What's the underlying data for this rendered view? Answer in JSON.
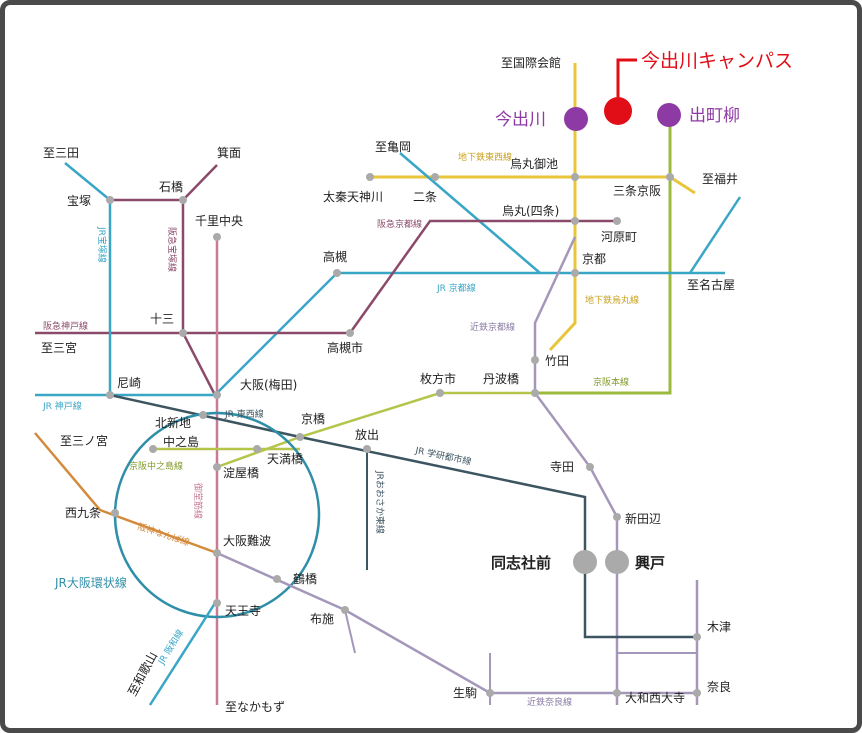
{
  "campus": {
    "title": "今出川キャンパス",
    "imadegawa": "今出川",
    "demachiyanagi": "出町柳"
  },
  "stations": {
    "kokusai_kaikan": "至国際会館",
    "shi_kameoka": "至亀岡",
    "karasuma_oike": "烏丸御池",
    "uzumasa": "太秦天神川",
    "nijo": "二条",
    "sanjo_keihan": "三条京阪",
    "shi_fukui": "至福井",
    "karasuma_shijo": "烏丸(四条)",
    "kawaramachi": "河原町",
    "kyoto": "京都",
    "shi_nagoya": "至名古屋",
    "shi_sanda": "至三田",
    "minoh": "箕面",
    "ishibashi": "石橋",
    "takarazuka": "宝塚",
    "senri_chuo": "千里中央",
    "takatsuki": "高槻",
    "juso": "十三",
    "takatsukishi": "高槻市",
    "shi_sannomiya": "至三宮",
    "takeda": "竹田",
    "amagasaki": "尼崎",
    "osaka_umeda": "大阪(梅田)",
    "hirakatashi": "枚方市",
    "tambabashi": "丹波橋",
    "kitashinchi": "北新地",
    "kyobashi": "京橋",
    "nakanoshima": "中之島",
    "hanaten": "放出",
    "tenmabashi": "天満橋",
    "yodoyabashi": "淀屋橋",
    "terada": "寺田",
    "shi_sannomiya2": "至三ノ宮",
    "nishikujo": "西九条",
    "shintanabe": "新田辺",
    "osaka_namba": "大阪難波",
    "doshishamae": "同志社前",
    "kodo": "興戸",
    "tsuruhashi": "鶴橋",
    "tennoji": "天王寺",
    "fuse": "布施",
    "kizu": "木津",
    "shi_wakayama": "至和歌山",
    "ikoma": "生駒",
    "nara": "奈良",
    "yamato_saidaiji": "大和西大寺",
    "shi_nakamozu": "至なかもず"
  },
  "lines": {
    "subway_tozai": "地下鉄東西線",
    "hankyu_kyoto": "阪急京都線",
    "jr_kyoto": "JR 京都線",
    "subway_karasuma": "地下鉄烏丸線",
    "kintetsu_kyoto": "近鉄京都線",
    "keihan_main": "京阪本線",
    "jr_takarazuka": "JR宝塚線",
    "hankyu_takarazuka": "阪急宝塚線",
    "hankyu_kobe": "阪急神戸線",
    "jr_kobe": "JR 神戸線",
    "jr_tozai": "JR 東西線",
    "keihan_nakanoshima": "京阪中之島線",
    "jr_gakkentoshi": "JR 学研都市線",
    "jr_osaka_higashi": "JRおおさか東線",
    "midosuji": "御堂筋線",
    "hanshin_namba": "阪神なんば線",
    "jr_loop": "JR大阪環状線",
    "jr_hanwa": "JR 阪和線",
    "kintetsu_nara": "近鉄奈良線"
  },
  "colors": {
    "campus_red": "#e10d17",
    "purple": "#8e3aa5",
    "teal": "#3aa6c6",
    "karasuma_yellow": "#e8c53a",
    "hankyu_maroon": "#8b4a6a",
    "midosuji_pink": "#c77b95",
    "loop_teal": "#2f8fa8",
    "gakken_dark": "#3d5560",
    "keihan_green": "#9cbb3e",
    "kintetsu_lavender": "#a497b9",
    "tozai_olive": "#b5c54c",
    "hanshin_orange": "#d38a3a",
    "gray_station": "#aaaaaa"
  }
}
